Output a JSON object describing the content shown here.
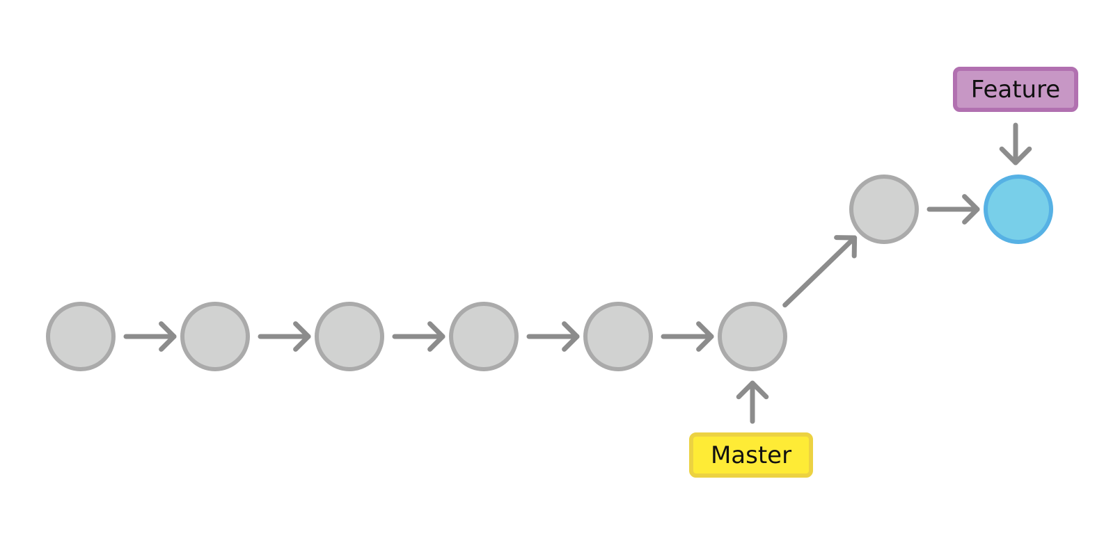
{
  "colors": {
    "background": "#ffffff",
    "commit_fill": "#d1d2d1",
    "commit_stroke": "#aaaaaa",
    "head_fill": "#78cfe9",
    "head_stroke": "#56b1e4",
    "arrow": "#8c8c8c",
    "master_fill": "#feeb36",
    "master_stroke": "#ecd242",
    "feature_fill": "#c797c5",
    "feature_stroke": "#b170b0"
  },
  "branches": {
    "master": {
      "label": "Master",
      "points_to": "commit-6"
    },
    "feature": {
      "label": "Feature",
      "points_to": "commit-8"
    }
  },
  "commits": [
    {
      "id": "commit-1"
    },
    {
      "id": "commit-2"
    },
    {
      "id": "commit-3"
    },
    {
      "id": "commit-4"
    },
    {
      "id": "commit-5"
    },
    {
      "id": "commit-6"
    },
    {
      "id": "commit-7"
    },
    {
      "id": "commit-8"
    }
  ],
  "edges": [
    {
      "from": "commit-1",
      "to": "commit-2"
    },
    {
      "from": "commit-2",
      "to": "commit-3"
    },
    {
      "from": "commit-3",
      "to": "commit-4"
    },
    {
      "from": "commit-4",
      "to": "commit-5"
    },
    {
      "from": "commit-5",
      "to": "commit-6"
    },
    {
      "from": "commit-6",
      "to": "commit-7"
    },
    {
      "from": "commit-7",
      "to": "commit-8"
    }
  ]
}
